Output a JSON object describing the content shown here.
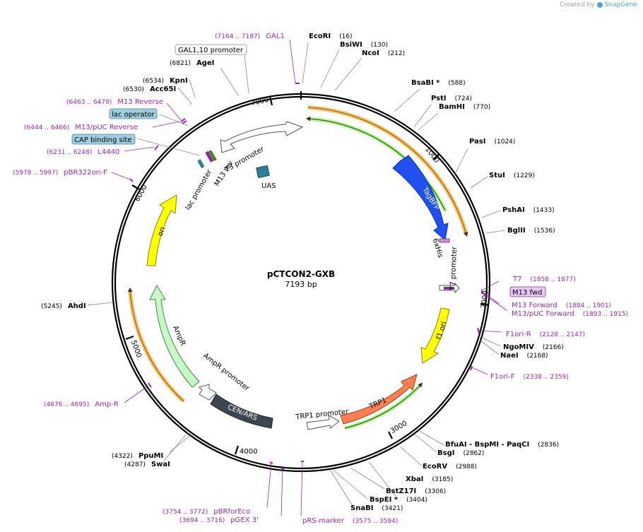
{
  "watermark": {
    "text": "Created by",
    "brand": "SnapGene"
  },
  "plasmid": {
    "name": "pCTCON2-GXB",
    "size_label": "7193 bp",
    "length": 7193
  },
  "ticks": [
    "1000",
    "2000",
    "3000",
    "4000",
    "5000",
    "6000",
    "7000"
  ],
  "colors": {
    "backbone": "#000000",
    "primer": "#9c27b0",
    "enzyme_text": "#000000",
    "yellow": "#ffff00",
    "orange_track": "#f0a030",
    "green_track": "#3a9a20",
    "tagbfp": "#2050f0",
    "trp1": "#ff7f50",
    "cen_ars": "#3c4550",
    "ampr": "#c8f8c8",
    "uas": "#2e7f95",
    "feature_box_blue": "#9ecfe0",
    "primer_box_fill": "#e6c8f0"
  },
  "enzymes_right": [
    {
      "name": "EcoRI",
      "pos": "(16)"
    },
    {
      "name": "BsiWI",
      "pos": "(130)"
    },
    {
      "name": "NcoI",
      "pos": "(212)"
    },
    {
      "name": "BsaBI *",
      "pos": "(588)"
    },
    {
      "name": "PstI",
      "pos": "(724)"
    },
    {
      "name": "BamHI",
      "pos": "(770)"
    },
    {
      "name": "PasI",
      "pos": "(1024)"
    },
    {
      "name": "StuI",
      "pos": "(1229)"
    },
    {
      "name": "PshAI",
      "pos": "(1433)"
    },
    {
      "name": "BglII",
      "pos": "(1536)"
    },
    {
      "name": "NgoMIV",
      "pos": "(2166)"
    },
    {
      "name": "NaeI",
      "pos": "(2168)"
    },
    {
      "name": "BfuAI  - BspMI  - PaqCI",
      "pos": "(2836)"
    },
    {
      "name": "BsgI",
      "pos": "(2862)"
    },
    {
      "name": "EcoRV",
      "pos": "(2988)"
    },
    {
      "name": "XbaI",
      "pos": "(3185)"
    },
    {
      "name": "BstZ17I",
      "pos": "(3306)"
    },
    {
      "name": "BspEI *",
      "pos": "(3404)"
    },
    {
      "name": "SnaBI",
      "pos": "(3421)"
    }
  ],
  "enzymes_left": [
    {
      "name": "AgeI",
      "pos": "(6821)"
    },
    {
      "name": "KpnI",
      "pos": "(6534)"
    },
    {
      "name": "Acc65I",
      "pos": "(6530)"
    },
    {
      "name": "AhdI",
      "pos": "(5245)"
    },
    {
      "name": "PpuMI",
      "pos": "(4322)"
    },
    {
      "name": "SwaI",
      "pos": "(4287)"
    }
  ],
  "primers": [
    {
      "name": "GAL1",
      "range": "(7164 .. 7187)"
    },
    {
      "name": "M13 Reverse",
      "range": "(6463 .. 6479)"
    },
    {
      "name": "M13/pUC Reverse",
      "range": "(6444 .. 6466)"
    },
    {
      "name": "L4440",
      "range": "(6231 .. 6248)"
    },
    {
      "name": "pBR322ori-F",
      "range": "(5978 .. 5997)"
    },
    {
      "name": "T7",
      "range": "(1858 .. 1877)"
    },
    {
      "name": "M13 Forward",
      "range": "(1884 .. 1901)"
    },
    {
      "name": "M13/pUC Forward",
      "range": "(1893 .. 1915)"
    },
    {
      "name": "F1ori-R",
      "range": "(2128 .. 2147)"
    },
    {
      "name": "F1ori-F",
      "range": "(2338 .. 2359)"
    },
    {
      "name": "Amp-R",
      "range": "(4676 .. 4695)"
    },
    {
      "name": "pBRforEco",
      "range": "(3754 .. 3772)"
    },
    {
      "name": "pGEX 3'",
      "range": "(3694 .. 3716)"
    },
    {
      "name": "pRS-marker",
      "range": "(3575 .. 3594)"
    }
  ],
  "boxed_labels": {
    "gal_promoter": "GAL1,10 promoter",
    "lac_operator": "lac operator",
    "cap_site": "CAP binding site",
    "m13_fwd": "M13 fwd"
  },
  "features": {
    "tagbfp": "TagBFP",
    "his": "6xHis",
    "t7_promoter": "T7 promoter",
    "f1_ori": "f1 ori",
    "trp1": "TRP1",
    "trp1_promoter": "TRP1 promoter",
    "cen_ars": "CEN/ARS",
    "ampr_promoter": "AmpR promoter",
    "ampr": "AmpR",
    "ori": "ori",
    "lac_promoter": "lac promoter",
    "m13_rev": "M13 rev",
    "t3_promoter": "T3 promoter",
    "uas": "UAS"
  }
}
